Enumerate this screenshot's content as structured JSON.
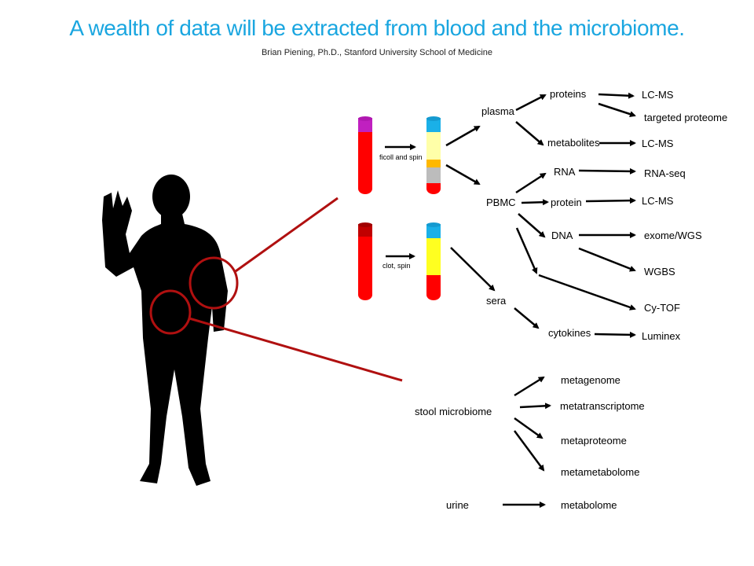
{
  "title": "A wealth of data will be extracted from blood and the microbiome.",
  "subtitle": "Brian Piening, Ph.D., Stanford University School of Medicine",
  "steps": {
    "ficoll": "ficoll and spin",
    "clot": "clot, spin"
  },
  "nodes": {
    "plasma": "plasma",
    "proteins": "proteins",
    "lcms1": "LC-MS",
    "targeted": "targeted proteome",
    "metabolites": "metabolites",
    "lcms2": "LC-MS",
    "rna": "RNA",
    "rnaseq": "RNA-seq",
    "pbmc": "PBMC",
    "protein": "protein",
    "lcms3": "LC-MS",
    "dna": "DNA",
    "exome": "exome/WGS",
    "wgbs": "WGBS",
    "cytof": "Cy-TOF",
    "sera": "sera",
    "cytokines": "cytokines",
    "luminex": "Luminex",
    "stool": "stool microbiome",
    "metagenome": "metagenome",
    "metatranscriptome": "metatranscriptome",
    "metaproteome": "metaproteome",
    "metametabolome": "metametabolome",
    "urine": "urine",
    "metabolome": "metabolome"
  },
  "colors": {
    "title": "#1aa6e0",
    "blood": "#ff0000",
    "connector": "#b01010",
    "cap_blue": "#1ab0e8",
    "cap_purple": "#c020c0"
  }
}
